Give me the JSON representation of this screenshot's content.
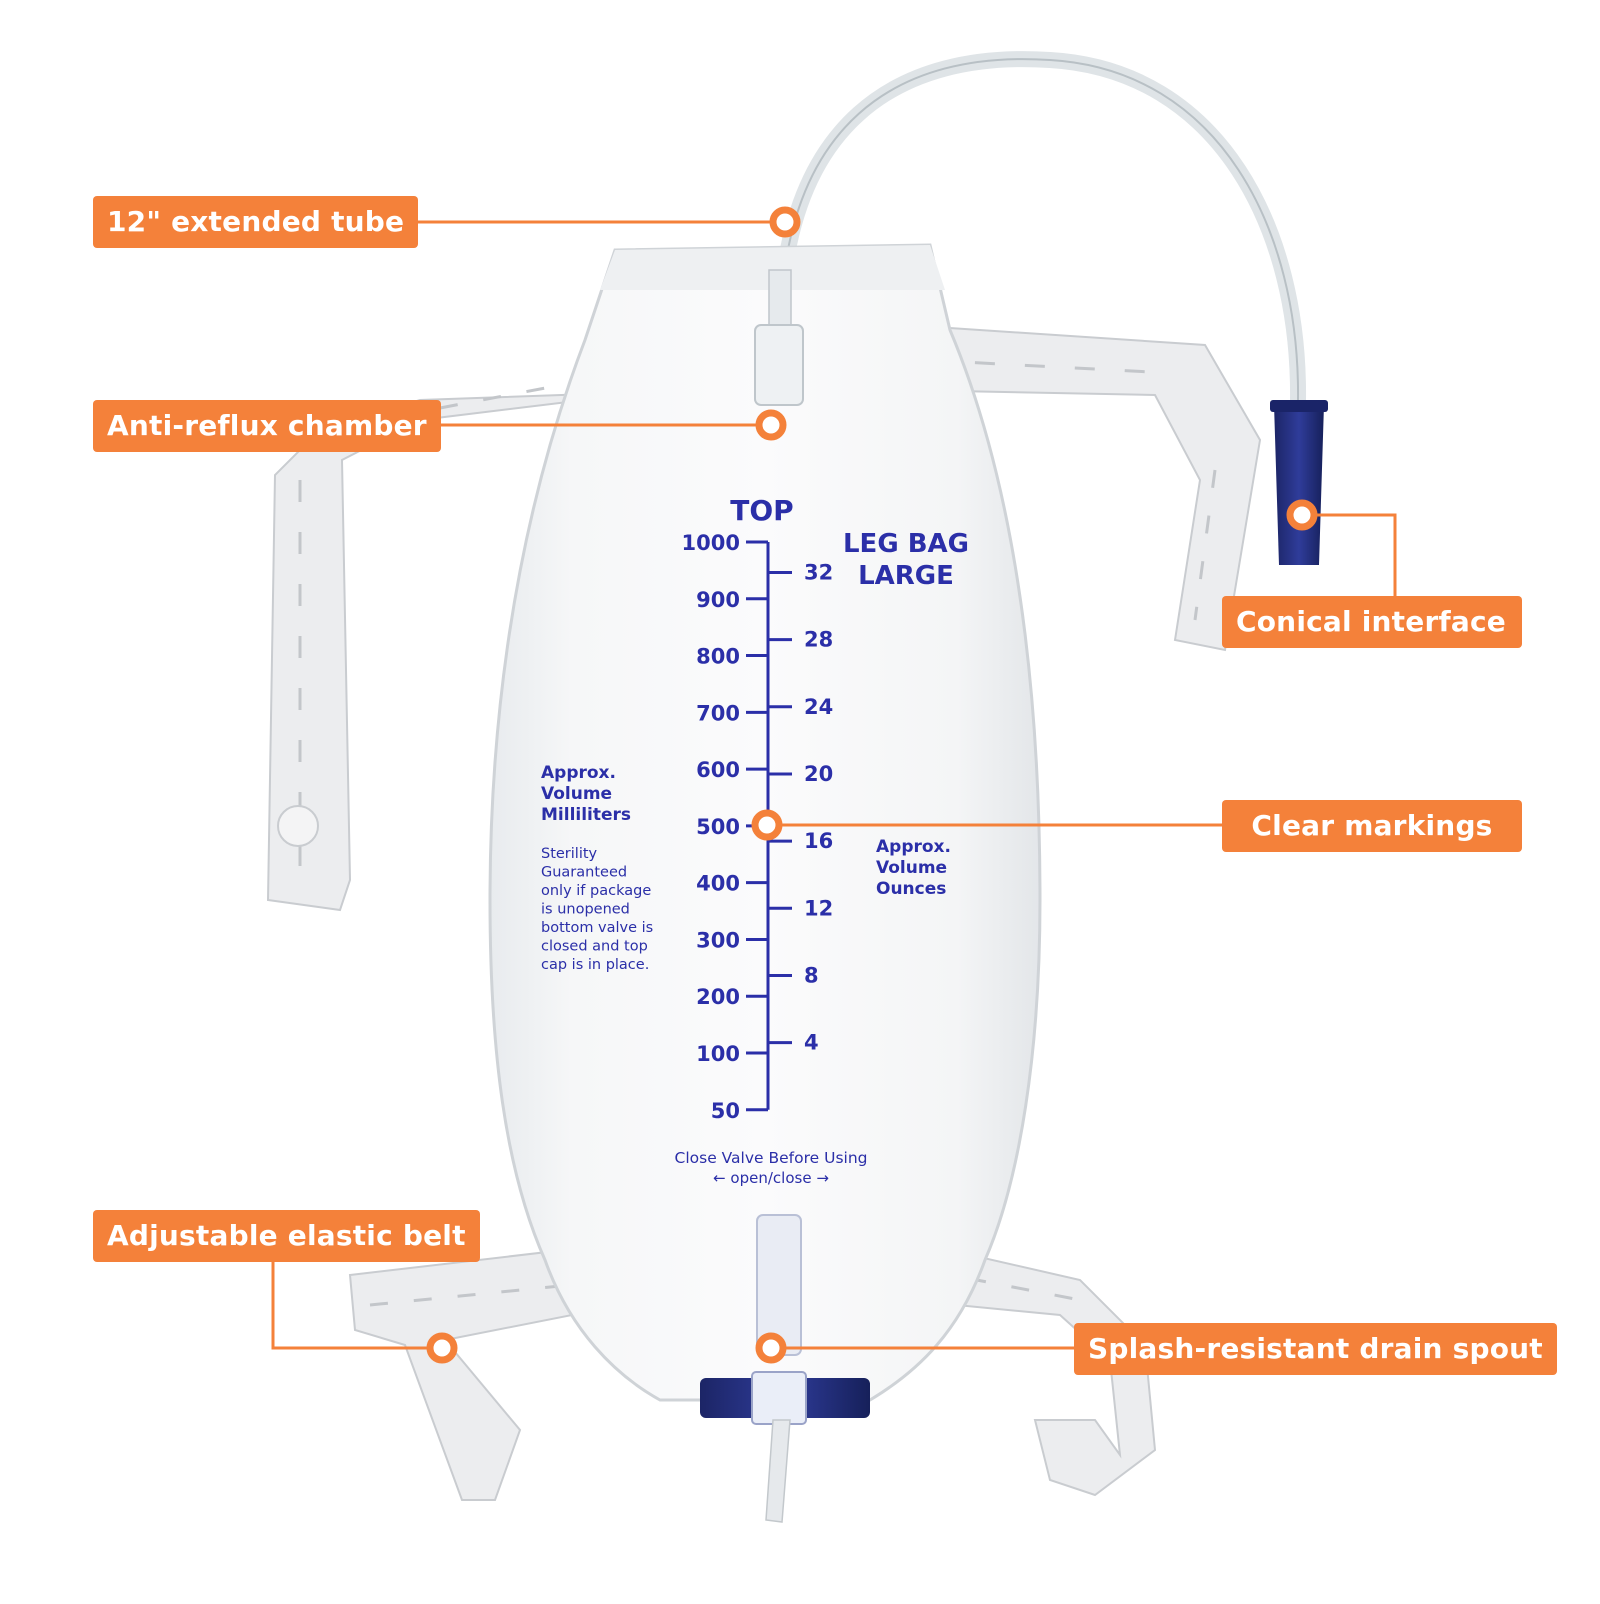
{
  "callouts": {
    "extended_tube": "12\" extended tube",
    "anti_reflux": "Anti-reflux chamber",
    "conical_interface": "Conical interface",
    "clear_markings": "Clear markings",
    "elastic_belt": "Adjustable elastic belt",
    "drain_spout": "Splash-resistant drain spout"
  },
  "bag_print": {
    "top": "TOP",
    "product_line1": "LEG BAG",
    "product_line2": "LARGE",
    "ml_label": [
      "Approx.",
      "Volume",
      "Milliliters"
    ],
    "oz_label": [
      "Approx.",
      "Volume",
      "Ounces"
    ],
    "sterility_note": [
      "Sterility",
      "Guaranteed",
      "only if package",
      "is unopened",
      "bottom valve is",
      "closed and top",
      "cap is in place."
    ],
    "valve_note": "Close Valve Before Using",
    "valve_direction": "open/close"
  },
  "scale": {
    "milliliters": [
      1000,
      900,
      800,
      700,
      600,
      500,
      400,
      300,
      200,
      100,
      50
    ],
    "ounces": [
      32,
      28,
      24,
      20,
      16,
      12,
      8,
      4
    ]
  },
  "colors": {
    "callout": "#f4813a",
    "print": "#2b2fa8",
    "cap": "#1f2a78"
  }
}
